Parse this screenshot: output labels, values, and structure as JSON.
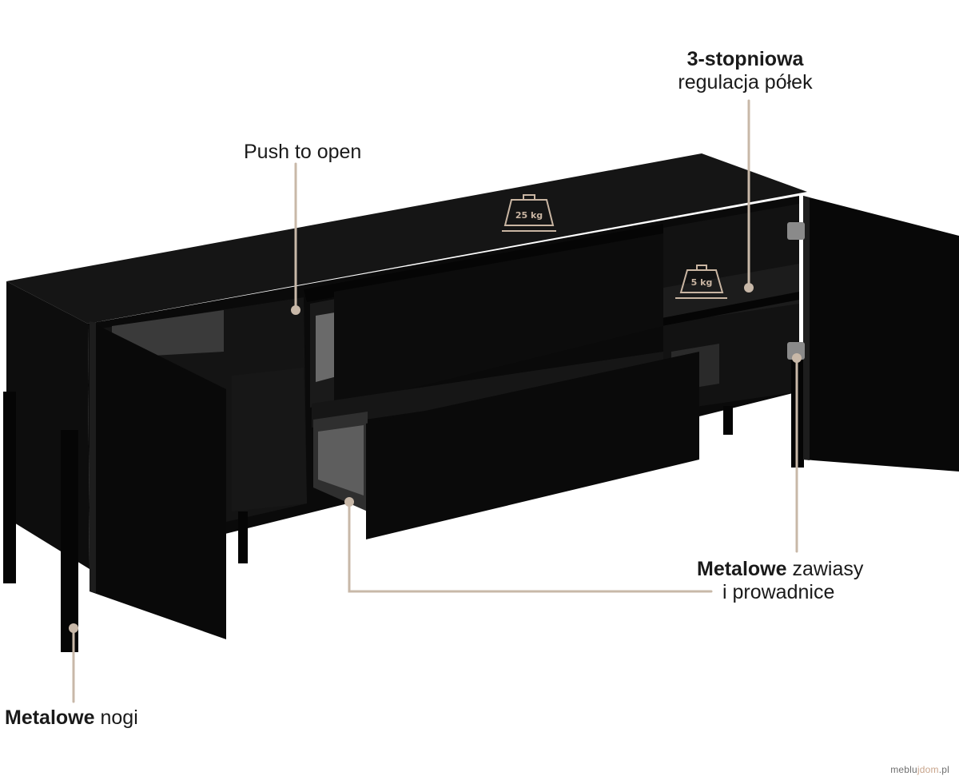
{
  "features": {
    "shelf_adjust": {
      "bold": "3-stopniowa",
      "text": "regulacja półek"
    },
    "push_to_open": {
      "text": "Push to open"
    },
    "hinges_runners": {
      "bold": "Metalowe",
      "rest1": " zawiasy",
      "rest2": "i prowadnice"
    },
    "legs": {
      "bold": "Metalowe",
      "rest": " nogi"
    }
  },
  "load_badges": {
    "top": {
      "weight": "25 kg"
    },
    "shelf": {
      "weight": "5 kg"
    }
  },
  "watermark": {
    "prefix": "meblu",
    "accent": "jdom",
    "suffix": ".pl"
  },
  "colors": {
    "leader": "#c8b8a8",
    "furniture": "#0b0b0b",
    "text": "#1a1a1a"
  }
}
